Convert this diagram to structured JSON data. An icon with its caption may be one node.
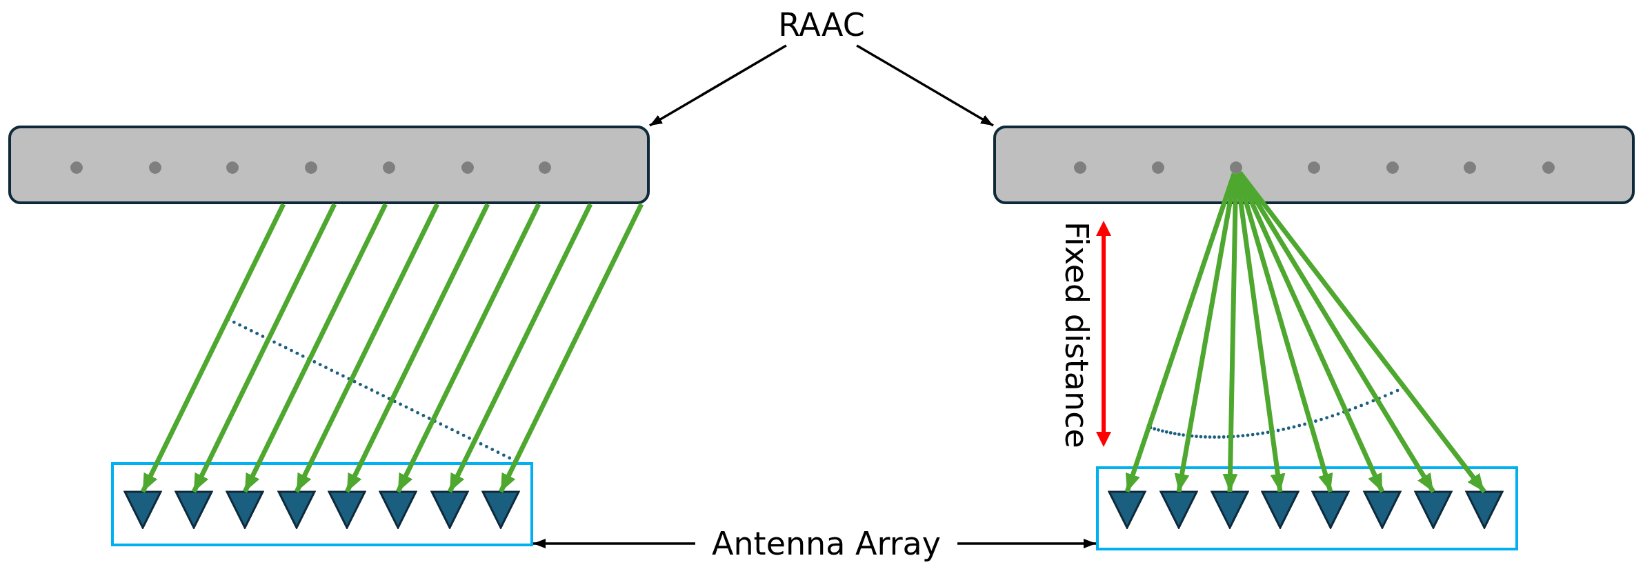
{
  "diagram": {
    "nodes": [
      {
        "text": [
          "RAAC"
        ]
      },
      {
        "text": [],
        "shape": "bar"
      },
      {
        "text": [],
        "shape": "circle",
        "in": 1
      },
      {
        "text": [],
        "shape": "circle",
        "in": 1
      },
      {
        "text": [],
        "shape": "circle",
        "in": 1
      },
      {
        "text": [],
        "shape": "circle",
        "in": 1
      },
      {
        "text": [],
        "shape": "circle",
        "in": 1
      },
      {
        "text": [],
        "shape": "circle",
        "in": 1
      },
      {
        "text": [],
        "shape": "circle",
        "in": 1
      },
      {
        "text": [],
        "shape": "bar"
      },
      {
        "text": [],
        "shape": "circle",
        "in": 9
      },
      {
        "text": [],
        "shape": "circle",
        "in": 9
      },
      {
        "text": [],
        "shape": "circle",
        "in": 9
      },
      {
        "text": [],
        "shape": "circle",
        "in": 9
      },
      {
        "text": [],
        "shape": "circle",
        "in": 9
      },
      {
        "text": [],
        "shape": "circle",
        "in": 9
      },
      {
        "text": [],
        "shape": "circle",
        "in": 9
      },
      {
        "text": [],
        "shape": "box"
      },
      {
        "text": [],
        "shape": "triangle",
        "in": 17
      },
      {
        "text": [],
        "shape": "triangle",
        "in": 17
      },
      {
        "text": [],
        "shape": "triangle",
        "in": 17
      },
      {
        "text": [],
        "shape": "triangle",
        "in": 17
      },
      {
        "text": [],
        "shape": "triangle",
        "in": 17
      },
      {
        "text": [],
        "shape": "triangle",
        "in": 17
      },
      {
        "text": [],
        "shape": "triangle",
        "in": 17
      },
      {
        "text": [],
        "shape": "triangle",
        "in": 17
      },
      {
        "text": [],
        "shape": "box"
      },
      {
        "text": [],
        "shape": "triangle",
        "in": 26
      },
      {
        "text": [],
        "shape": "triangle",
        "in": 26
      },
      {
        "text": [],
        "shape": "triangle",
        "in": 26
      },
      {
        "text": [],
        "shape": "triangle",
        "in": 26
      },
      {
        "text": [],
        "shape": "triangle",
        "in": 26
      },
      {
        "text": [],
        "shape": "triangle",
        "in": 26
      },
      {
        "text": [],
        "shape": "triangle",
        "in": 26
      },
      {
        "text": [],
        "shape": "triangle",
        "in": 26
      },
      {
        "text": [
          "Antenna Array"
        ]
      }
    ],
    "edges": [
      {
        "from": 0,
        "to": 1,
        "arrow": "to",
        "color": "#000000"
      },
      {
        "from": 0,
        "to": 9,
        "arrow": "to",
        "color": "#000000"
      },
      {
        "from": 1,
        "to": 18,
        "arrow": "to"
      },
      {
        "from": 1,
        "to": 19,
        "arrow": "to"
      },
      {
        "from": 1,
        "to": 20,
        "arrow": "to"
      },
      {
        "from": 1,
        "to": 21,
        "arrow": "to"
      },
      {
        "from": 1,
        "to": 22,
        "arrow": "to"
      },
      {
        "from": 1,
        "to": 23,
        "arrow": "to"
      },
      {
        "from": 1,
        "to": 24,
        "arrow": "to"
      },
      {
        "from": 1,
        "to": 25,
        "arrow": "to"
      },
      {
        "from": 12,
        "to": 27,
        "arrow": "to"
      },
      {
        "from": 12,
        "to": 28,
        "arrow": "to"
      },
      {
        "from": 12,
        "to": 29,
        "arrow": "to"
      },
      {
        "from": 12,
        "to": 30,
        "arrow": "to"
      },
      {
        "from": 12,
        "to": 31,
        "arrow": "to"
      },
      {
        "from": 12,
        "to": 32,
        "arrow": "to"
      },
      {
        "from": 12,
        "to": 33,
        "arrow": "to"
      },
      {
        "from": 12,
        "to": 34,
        "arrow": "to"
      },
      {
        "from": 35,
        "to": 17,
        "arrow": "to",
        "color": "#000000"
      },
      {
        "from": 35,
        "to": 26,
        "arrow": "to",
        "color": "#000000"
      }
    ],
    "labels": [
      "Fixed distance"
    ]
  }
}
